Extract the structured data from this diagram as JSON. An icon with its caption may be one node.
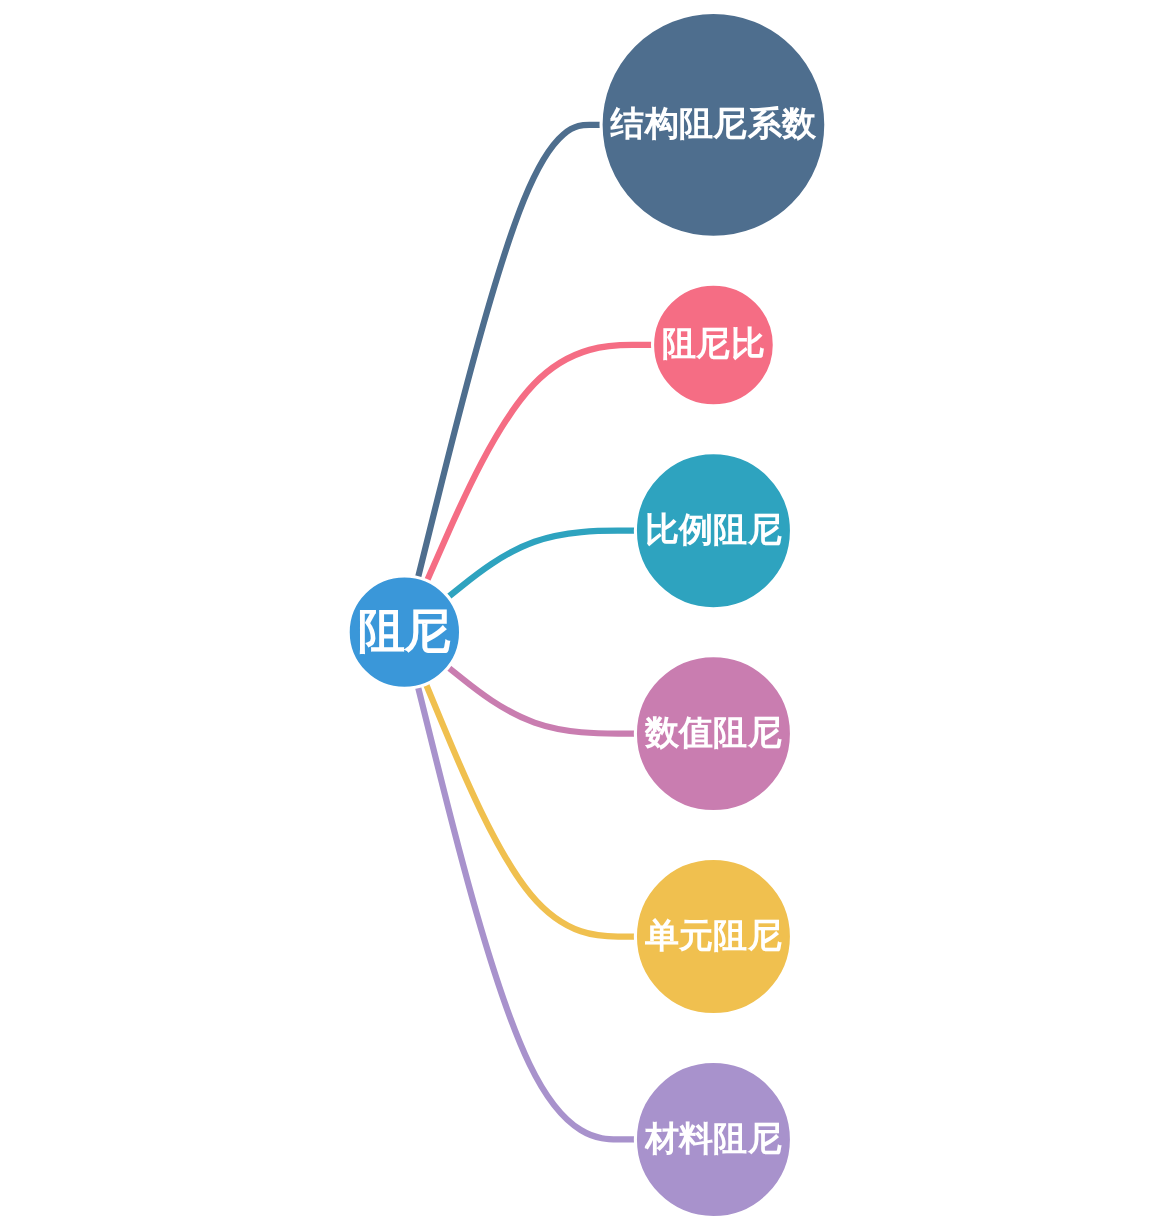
{
  "diagram": {
    "nodes": [
      {
        "text": [
          "阻尼"
        ]
      },
      {
        "text": [
          "结构阻尼系数"
        ]
      },
      {
        "text": [
          "阻尼比"
        ]
      },
      {
        "text": [
          "比例阻尼"
        ]
      },
      {
        "text": [
          "数值阻尼"
        ]
      },
      {
        "text": [
          "单元阻尼"
        ]
      },
      {
        "text": [
          "材料阻尼"
        ]
      }
    ],
    "edges": [
      {
        "from": 0,
        "to": 1,
        "arrow": "none",
        "color": "#4e6e8e"
      },
      {
        "from": 0,
        "to": 2,
        "arrow": "none",
        "color": "#f56d84"
      },
      {
        "from": 0,
        "to": 3,
        "arrow": "none",
        "color": "#2ea3bf"
      },
      {
        "from": 0,
        "to": 4,
        "arrow": "none",
        "color": "#c97db0"
      },
      {
        "from": 0,
        "to": 5,
        "arrow": "none",
        "color": "#f0c04f"
      },
      {
        "from": 0,
        "to": 6,
        "arrow": "none",
        "color": "#a892cc"
      }
    ]
  }
}
